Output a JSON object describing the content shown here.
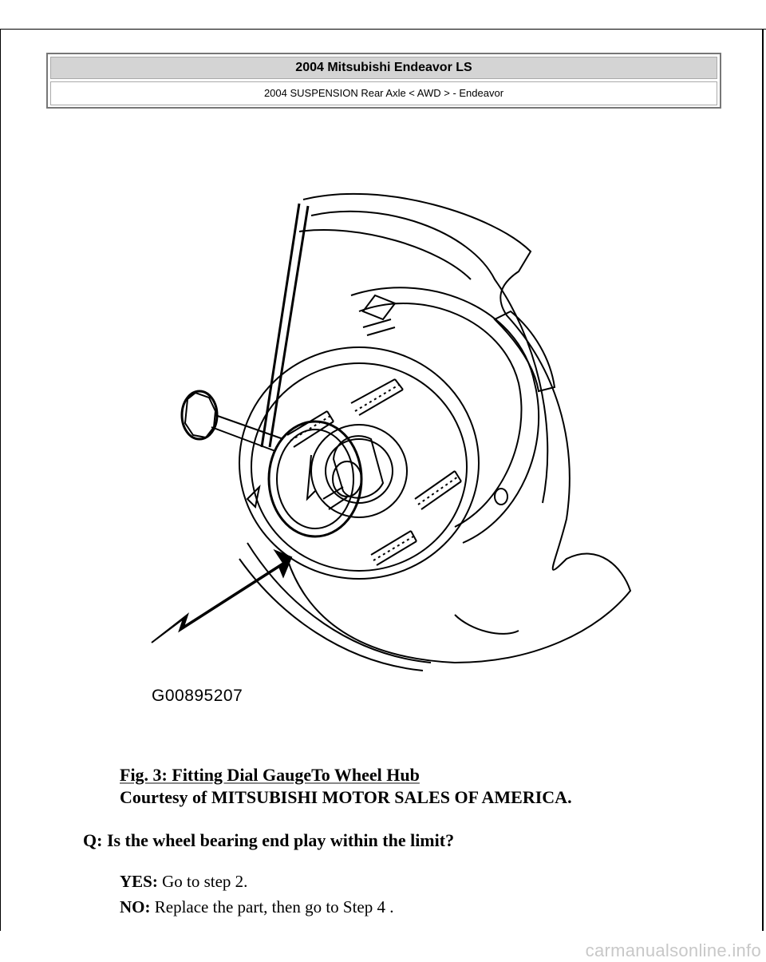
{
  "header": {
    "title": "2004 Mitsubishi Endeavor LS",
    "subtitle": "2004 SUSPENSION Rear Axle < AWD > - Endeavor"
  },
  "figure": {
    "id_label": "G00895207"
  },
  "caption": {
    "link_text": "Fig. 3: Fitting Dial GaugeTo Wheel Hub",
    "courtesy": "Courtesy of MITSUBISHI MOTOR SALES OF AMERICA."
  },
  "question": "Q: Is the wheel bearing end play within the limit?",
  "answers": {
    "yes_label": "YES:",
    "yes_text": " Go to step 2.",
    "no_label": "NO:",
    "no_text": " Replace the part, then go to Step 4 ."
  },
  "watermark": "carmanualsonline.info"
}
